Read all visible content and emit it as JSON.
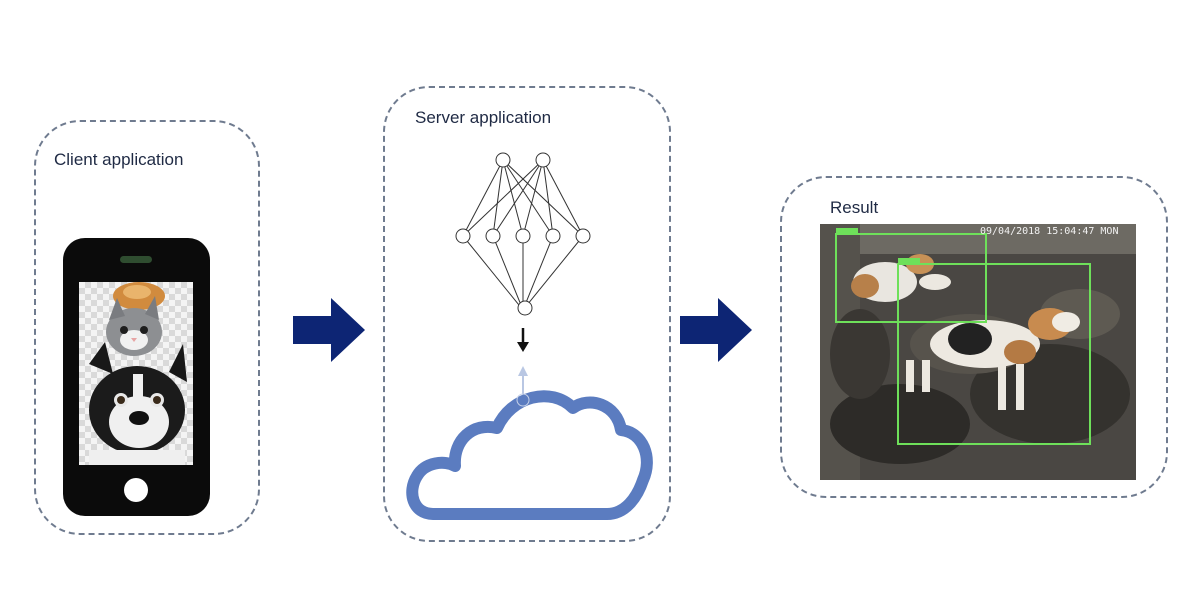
{
  "client": {
    "title": "Client application"
  },
  "server": {
    "title": "Server application"
  },
  "result": {
    "title": "Result",
    "timestamp": "09/04/2018 15:04:47 MON"
  },
  "icons": {
    "phone": "smartphone-icon",
    "network": "neural-network-icon",
    "cloud": "cloud-icon",
    "arrow": "right-arrow-icon"
  },
  "colors": {
    "arrow": "#0d2574",
    "cloud": "#5b7cc0",
    "detection_box": "#6ee05a",
    "panel_border": "#6f7b8f"
  }
}
